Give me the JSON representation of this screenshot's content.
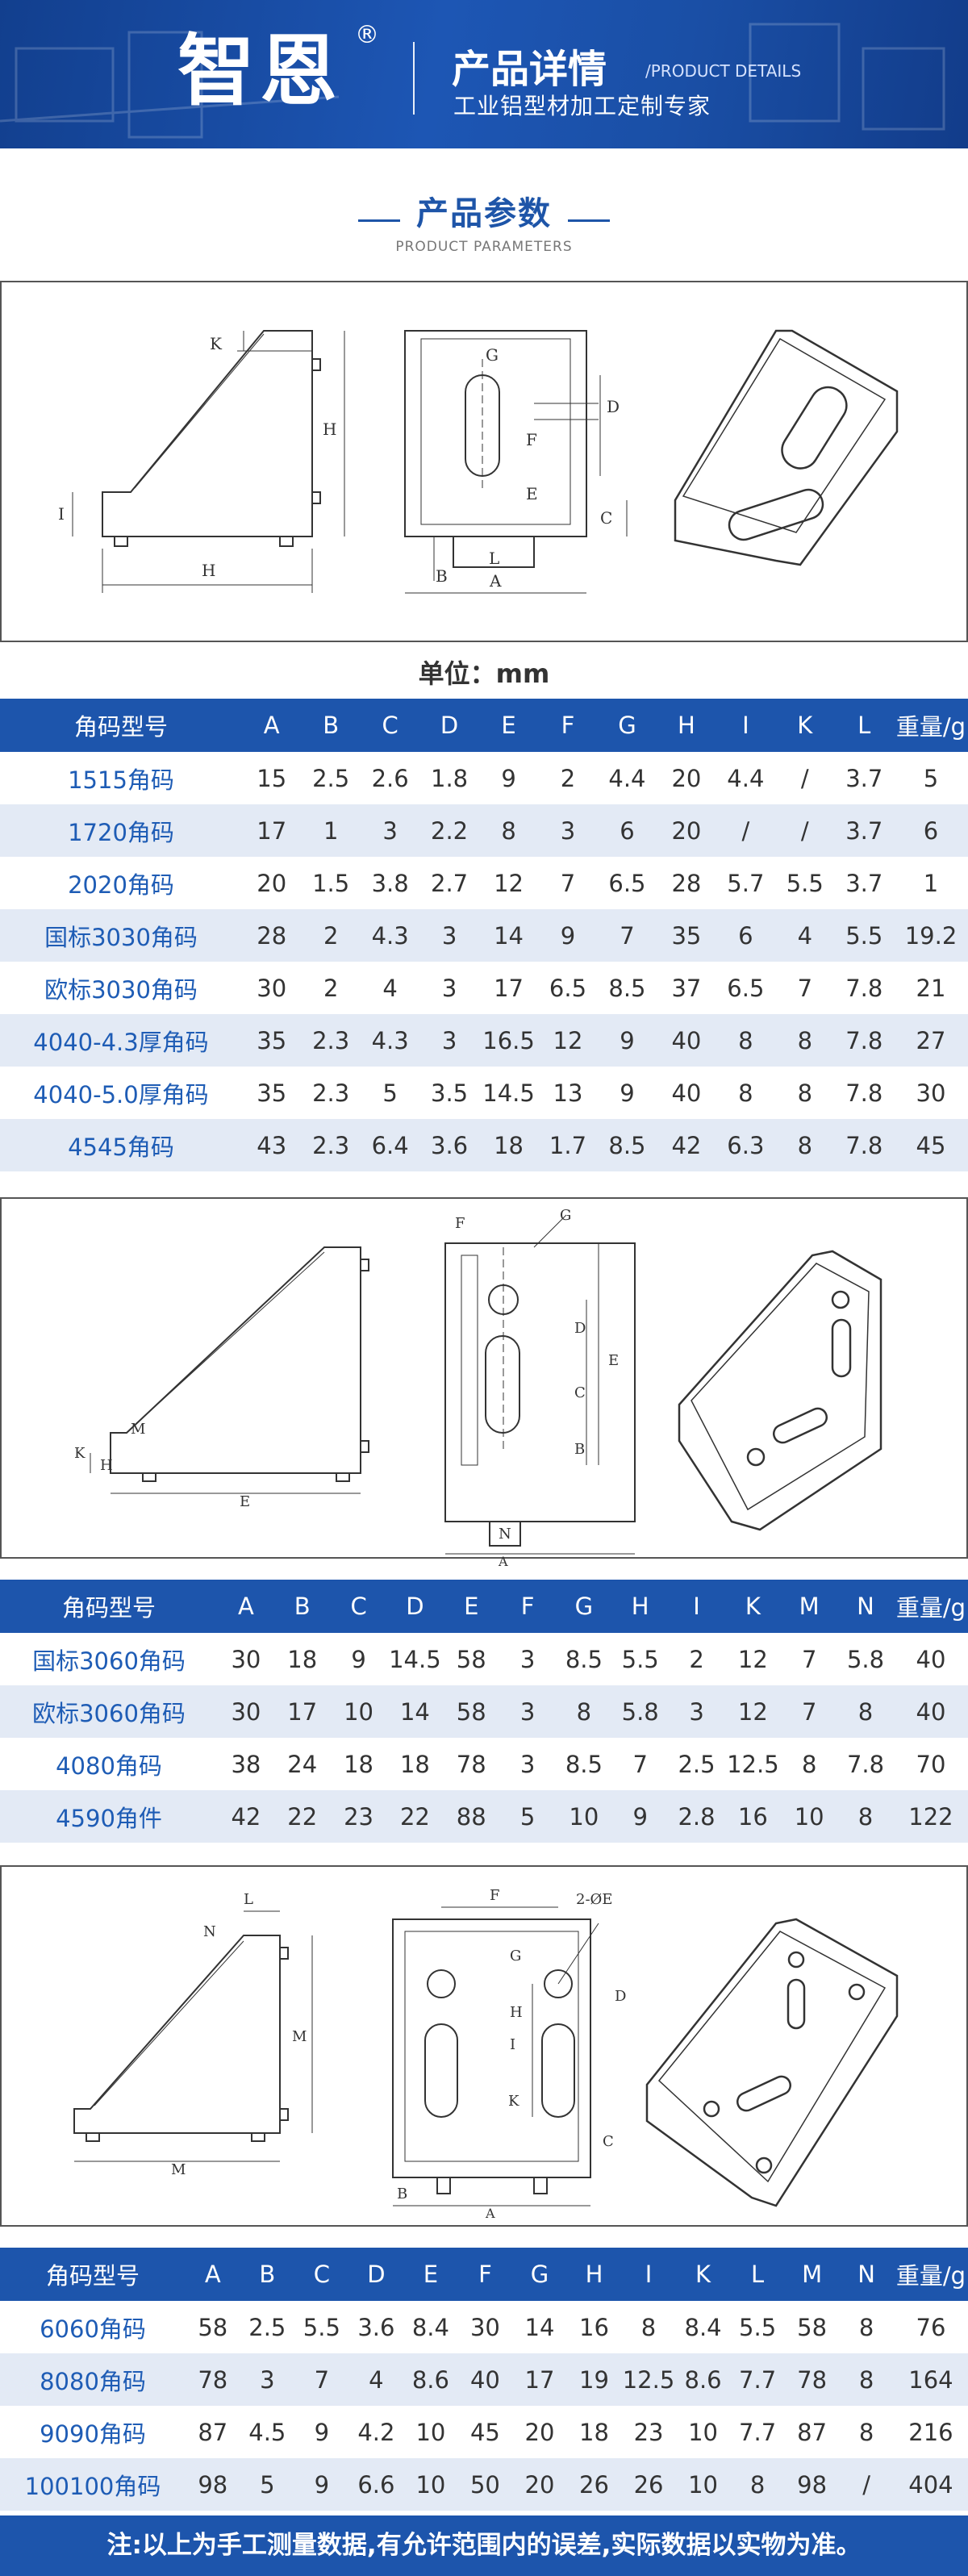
{
  "header": {
    "brand": "智恩",
    "registered": "®",
    "title": "产品详情",
    "title_en": "/PRODUCT DETAILS",
    "subtitle": "工业铝型材加工定制专家"
  },
  "section": {
    "title": "产品参数",
    "title_en": "PRODUCT PARAMETERS"
  },
  "unit_label": "单位：mm",
  "table1": {
    "headers": [
      "角码型号",
      "A",
      "B",
      "C",
      "D",
      "E",
      "F",
      "G",
      "H",
      "I",
      "K",
      "L",
      "重量/g"
    ],
    "rows": [
      [
        "1515角码",
        "15",
        "2.5",
        "2.6",
        "1.8",
        "9",
        "2",
        "4.4",
        "20",
        "4.4",
        "/",
        "3.7",
        "5"
      ],
      [
        "1720角码",
        "17",
        "1",
        "3",
        "2.2",
        "8",
        "3",
        "6",
        "20",
        "/",
        "/",
        "3.7",
        "6"
      ],
      [
        "2020角码",
        "20",
        "1.5",
        "3.8",
        "2.7",
        "12",
        "7",
        "6.5",
        "28",
        "5.7",
        "5.5",
        "3.7",
        "1"
      ],
      [
        "国标3030角码",
        "28",
        "2",
        "4.3",
        "3",
        "14",
        "9",
        "7",
        "35",
        "6",
        "4",
        "5.5",
        "19.2"
      ],
      [
        "欧标3030角码",
        "30",
        "2",
        "4",
        "3",
        "17",
        "6.5",
        "8.5",
        "37",
        "6.5",
        "7",
        "7.8",
        "21"
      ],
      [
        "4040-4.3厚角码",
        "35",
        "2.3",
        "4.3",
        "3",
        "16.5",
        "12",
        "9",
        "40",
        "8",
        "8",
        "7.8",
        "27"
      ],
      [
        "4040-5.0厚角码",
        "35",
        "2.3",
        "5",
        "3.5",
        "14.5",
        "13",
        "9",
        "40",
        "8",
        "8",
        "7.8",
        "30"
      ],
      [
        "4545角码",
        "43",
        "2.3",
        "6.4",
        "3.6",
        "18",
        "1.7",
        "8.5",
        "42",
        "6.3",
        "8",
        "7.8",
        "45"
      ]
    ]
  },
  "table2": {
    "headers": [
      "角码型号",
      "A",
      "B",
      "C",
      "D",
      "E",
      "F",
      "G",
      "H",
      "I",
      "K",
      "M",
      "N",
      "重量/g"
    ],
    "rows": [
      [
        "国标3060角码",
        "30",
        "18",
        "9",
        "14.5",
        "58",
        "3",
        "8.5",
        "5.5",
        "2",
        "12",
        "7",
        "5.8",
        "40"
      ],
      [
        "欧标3060角码",
        "30",
        "17",
        "10",
        "14",
        "58",
        "3",
        "8",
        "5.8",
        "3",
        "12",
        "7",
        "8",
        "40"
      ],
      [
        "4080角码",
        "38",
        "24",
        "18",
        "18",
        "78",
        "3",
        "8.5",
        "7",
        "2.5",
        "12.5",
        "8",
        "7.8",
        "70"
      ],
      [
        "4590角件",
        "42",
        "22",
        "23",
        "22",
        "88",
        "5",
        "10",
        "9",
        "2.8",
        "16",
        "10",
        "8",
        "122"
      ]
    ]
  },
  "table3": {
    "headers": [
      "角码型号",
      "A",
      "B",
      "C",
      "D",
      "E",
      "F",
      "G",
      "H",
      "I",
      "K",
      "L",
      "M",
      "N",
      "重量/g"
    ],
    "rows": [
      [
        "6060角码",
        "58",
        "2.5",
        "5.5",
        "3.6",
        "8.4",
        "30",
        "14",
        "16",
        "8",
        "8.4",
        "5.5",
        "58",
        "8",
        "76"
      ],
      [
        "8080角码",
        "78",
        "3",
        "7",
        "4",
        "8.6",
        "40",
        "17",
        "19",
        "12.5",
        "8.6",
        "7.7",
        "78",
        "8",
        "164"
      ],
      [
        "9090角码",
        "87",
        "4.5",
        "9",
        "4.2",
        "10",
        "45",
        "20",
        "18",
        "23",
        "10",
        "7.7",
        "87",
        "8",
        "216"
      ],
      [
        "100100角码",
        "98",
        "5",
        "9",
        "6.6",
        "10",
        "50",
        "20",
        "26",
        "26",
        "10",
        "8",
        "98",
        "/",
        "404"
      ]
    ]
  },
  "diagram1_labels": {
    "k": "K",
    "h": "H",
    "i": "I",
    "h2": "H",
    "g": "G",
    "d": "D",
    "f": "F",
    "e": "E",
    "c": "C",
    "b": "B",
    "l": "L",
    "a": "A"
  },
  "diagram2_labels": {
    "f": "F",
    "g": "G",
    "d": "D",
    "c": "C",
    "e": "E",
    "b": "B",
    "n": "N",
    "a": "A",
    "m": "M",
    "k": "K",
    "h": "H",
    "e2": "E"
  },
  "diagram3_labels": {
    "l": "L",
    "n": "N",
    "m": "M",
    "m2": "M",
    "f": "F",
    "e": "2-ØE",
    "g": "G",
    "h": "H",
    "i": "I",
    "d": "D",
    "k": "K",
    "c": "C",
    "b": "B",
    "a": "A"
  },
  "note": "注:以上为手工测量数据,有允许范围内的误差,实际数据以实物为准。"
}
